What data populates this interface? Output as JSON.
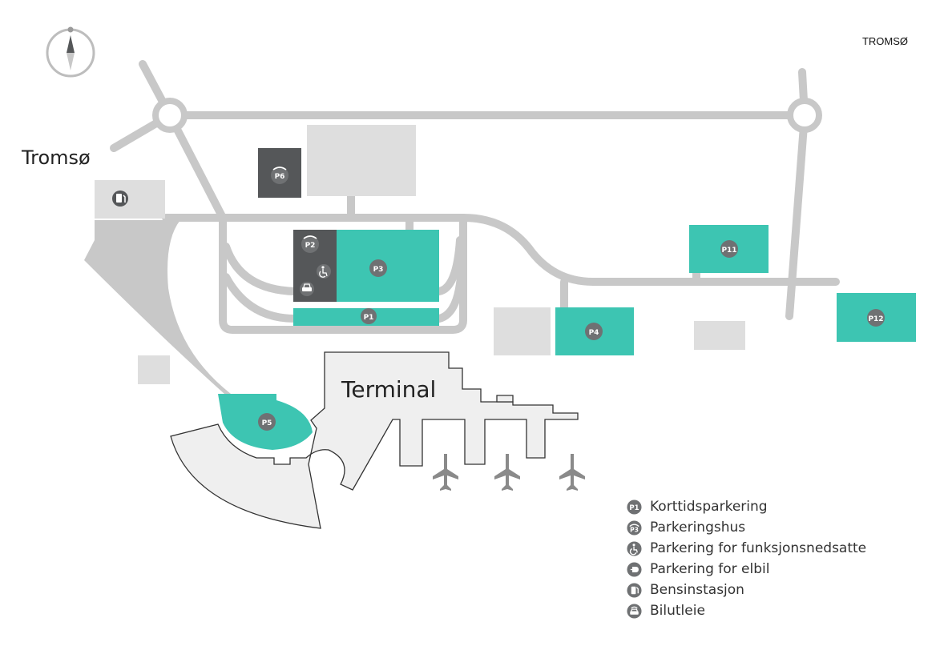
{
  "header": {
    "region_label": "TROMSØ"
  },
  "map": {
    "city_label": "Tromsø",
    "terminal_label": "Terminal",
    "colors": {
      "parking": "#3dc5b2",
      "road": "#c8c8c8",
      "building": "#dedede",
      "garage": "#555759",
      "terminal": "#efefef",
      "plane": "#8a8a8a"
    },
    "parking_labels": {
      "p1": "P1",
      "p2": "P2",
      "p3": "P3",
      "p4": "P4",
      "p5": "P5",
      "p6": "P6",
      "p11": "P11",
      "p12": "P12"
    },
    "compass_icon": "compass-north-icon"
  },
  "legend": {
    "items": [
      {
        "icon": "short-term-parking-icon",
        "label": "Korttidsparkering"
      },
      {
        "icon": "parking-garage-icon",
        "label": "Parkeringshus"
      },
      {
        "icon": "accessible-parking-icon",
        "label": "Parkering for funksjonsnedsatte"
      },
      {
        "icon": "ev-charging-icon",
        "label": "Parkering for elbil"
      },
      {
        "icon": "fuel-station-icon",
        "label": "Bensinstasjon"
      },
      {
        "icon": "car-rental-icon",
        "label": "Bilutleie"
      }
    ]
  }
}
